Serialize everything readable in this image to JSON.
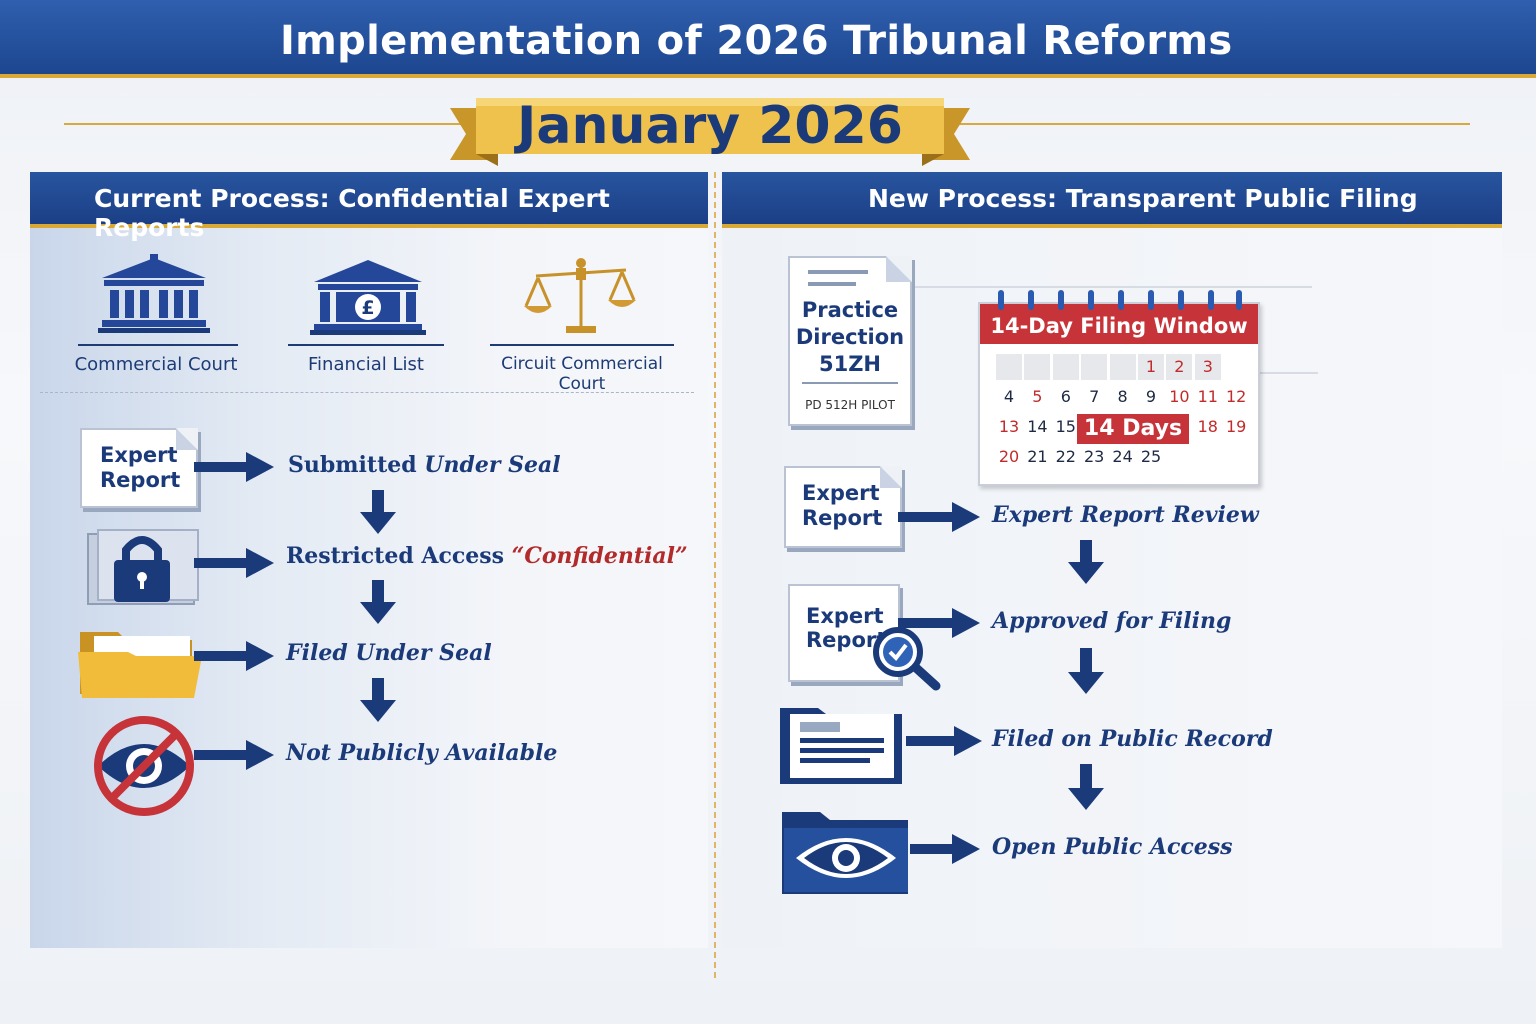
{
  "header": {
    "title": "Implementation of 2026 Tribunal Reforms"
  },
  "banner": {
    "date": "January 2026"
  },
  "left_panel": {
    "title": "Current Process: Confidential Expert Reports",
    "courts": [
      {
        "label": "Commercial Court",
        "icon": "court-building-icon"
      },
      {
        "label": "Financial List",
        "icon": "pound-bank-icon"
      },
      {
        "label": "Circuit Commercial Court",
        "icon": "scales-icon"
      }
    ],
    "doc_label_1": "Expert",
    "doc_label_2": "Report",
    "steps": [
      {
        "text_a": "Submitted",
        "text_b": " Under Seal",
        "icon": "expert-report-icon"
      },
      {
        "text_a": "Restricted Access ",
        "text_b": "“Confidential”",
        "icon": "padlock-folder-icon"
      },
      {
        "text_a": "Filed Under Seal",
        "icon": "folder-icon"
      },
      {
        "text_a": "Not Publicly Available",
        "icon": "no-view-icon"
      }
    ]
  },
  "right_panel": {
    "title": "New Process: Transparent Public Filing",
    "practice_direction": {
      "line1": "Practice",
      "line2": "Direction",
      "line3": "51ZH",
      "footer": "PD 512H PILOT"
    },
    "calendar": {
      "title": "14-Day Filing Window",
      "highlight": "14 Days",
      "rows": [
        [
          "",
          "",
          "",
          "",
          "",
          "1",
          "2",
          "3"
        ],
        [
          "4",
          "5",
          "6",
          "7",
          "8",
          "9",
          "10",
          "11",
          "12"
        ],
        [
          "13",
          "14",
          "15",
          "",
          "",
          "",
          "",
          "18",
          "19"
        ],
        [
          "20",
          "21",
          "22",
          "23",
          "24",
          "25"
        ]
      ]
    },
    "doc_label_1": "Expert",
    "doc_label_2": "Report",
    "steps": [
      {
        "text": "Expert Report Review",
        "icon": "expert-report-icon"
      },
      {
        "text": "Approved for Filing",
        "icon": "magnifier-check-icon"
      },
      {
        "text": "Filed on Public Record",
        "icon": "public-record-icon"
      },
      {
        "text": "Open Public Access",
        "icon": "eye-folder-icon"
      }
    ]
  },
  "colors": {
    "navy": "#1b3a7a",
    "gold": "#d9a935",
    "red": "#c6343a"
  }
}
